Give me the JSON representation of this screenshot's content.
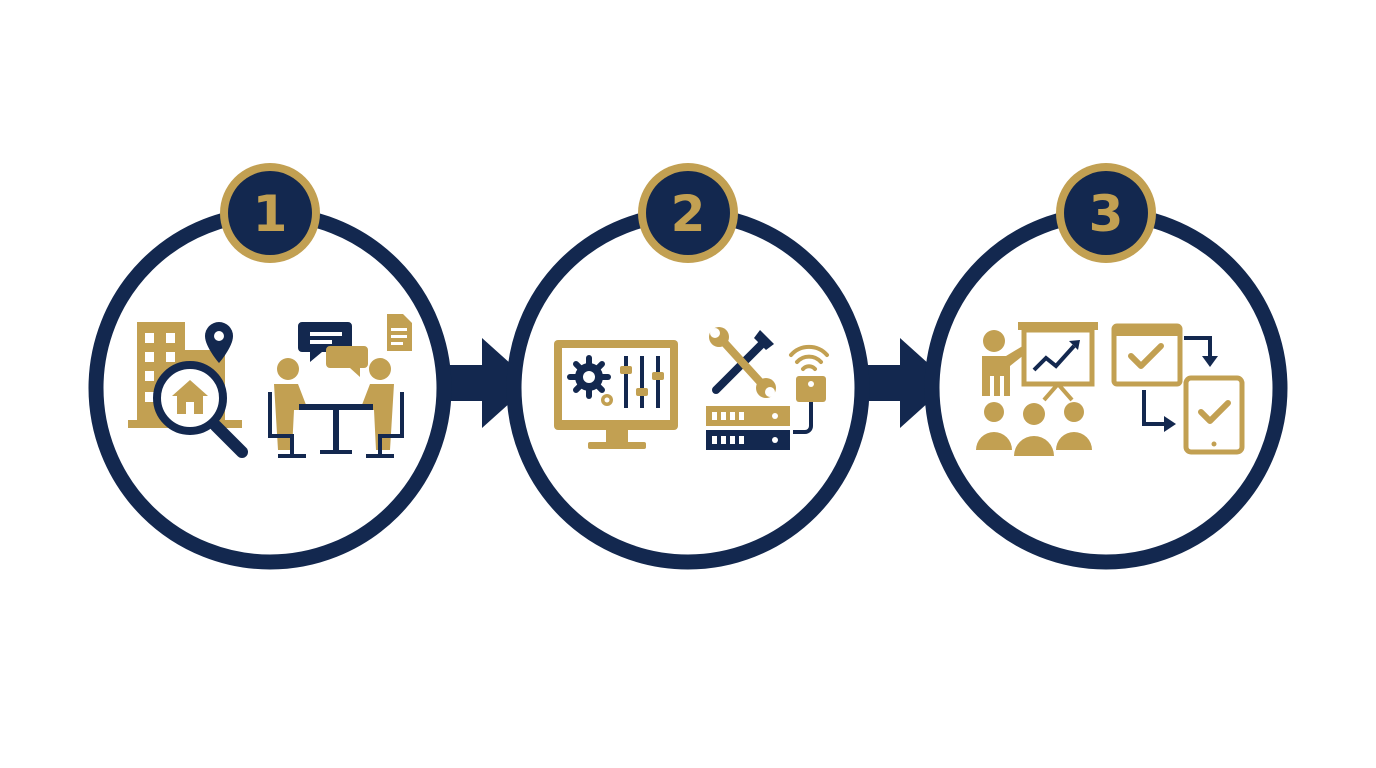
{
  "colors": {
    "navy": "#13284f",
    "gold": "#c2a052",
    "background": "#ffffff"
  },
  "steps": [
    {
      "number": "1",
      "icons": [
        "building-icon",
        "location-pin-icon",
        "magnifier-house-icon",
        "chat-bubbles-icon",
        "document-icon",
        "meeting-table-icon"
      ]
    },
    {
      "number": "2",
      "icons": [
        "monitor-settings-icon",
        "gears-icon",
        "sliders-icon",
        "tools-icon",
        "wifi-icon",
        "router-device-icon",
        "server-rack-icon"
      ]
    },
    {
      "number": "3",
      "icons": [
        "presenter-icon",
        "growth-chart-board-icon",
        "audience-icon",
        "browser-check-icon",
        "tablet-check-icon",
        "flow-arrows-icon"
      ]
    }
  ],
  "connectors": [
    "arrow-right-icon",
    "arrow-right-icon"
  ]
}
